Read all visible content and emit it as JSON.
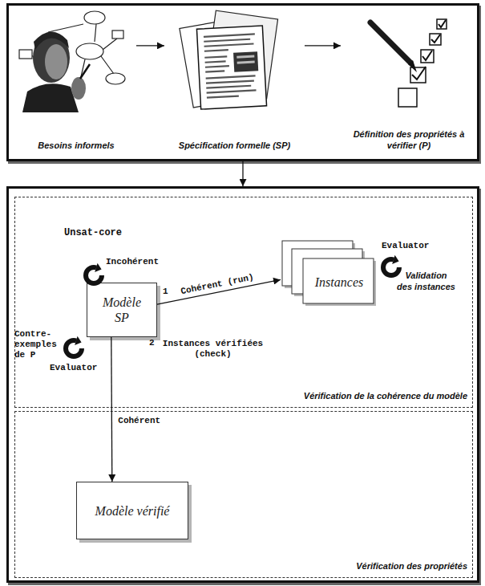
{
  "diagram": {
    "nodes": [
      {
        "text": []
      },
      {
        "text": [
          "Besoins informels"
        ],
        "in": 0
      },
      {
        "text": [
          "Spécification formelle (SP)"
        ],
        "in": 0
      },
      {
        "text": [
          "Définition des propriétés à vérifier (P)"
        ],
        "in": 0
      },
      {
        "text": []
      },
      {
        "text": [
          "Vérification de la cohérence du modèle"
        ],
        "in": 4
      },
      {
        "text": [
          "Modèle SP"
        ],
        "in": 5
      },
      {
        "text": [
          "Instances"
        ],
        "in": 5
      },
      {
        "text": [
          "Vérification des propriétés"
        ],
        "in": 4
      },
      {
        "text": [
          "Modèle vérifié"
        ],
        "in": 8
      }
    ],
    "edges": [
      {
        "from": 1,
        "to": 2,
        "arrow": "to"
      },
      {
        "from": 2,
        "to": 3,
        "arrow": "to"
      },
      {
        "from": 0,
        "to": 4,
        "arrow": "to"
      },
      {
        "from": 6,
        "to": 7,
        "label": "Cohérent (run)",
        "arrow": "to"
      },
      {
        "from": 6,
        "to": 9,
        "label": "Cohérent",
        "arrow": "to"
      }
    ],
    "labels": [
      "Unsat-core",
      "Incohérent",
      "1",
      "Evaluator",
      "Validation des instances",
      "Contre-exemples de P",
      "Evaluator",
      "2",
      "Instances vérifiées (check)"
    ]
  }
}
